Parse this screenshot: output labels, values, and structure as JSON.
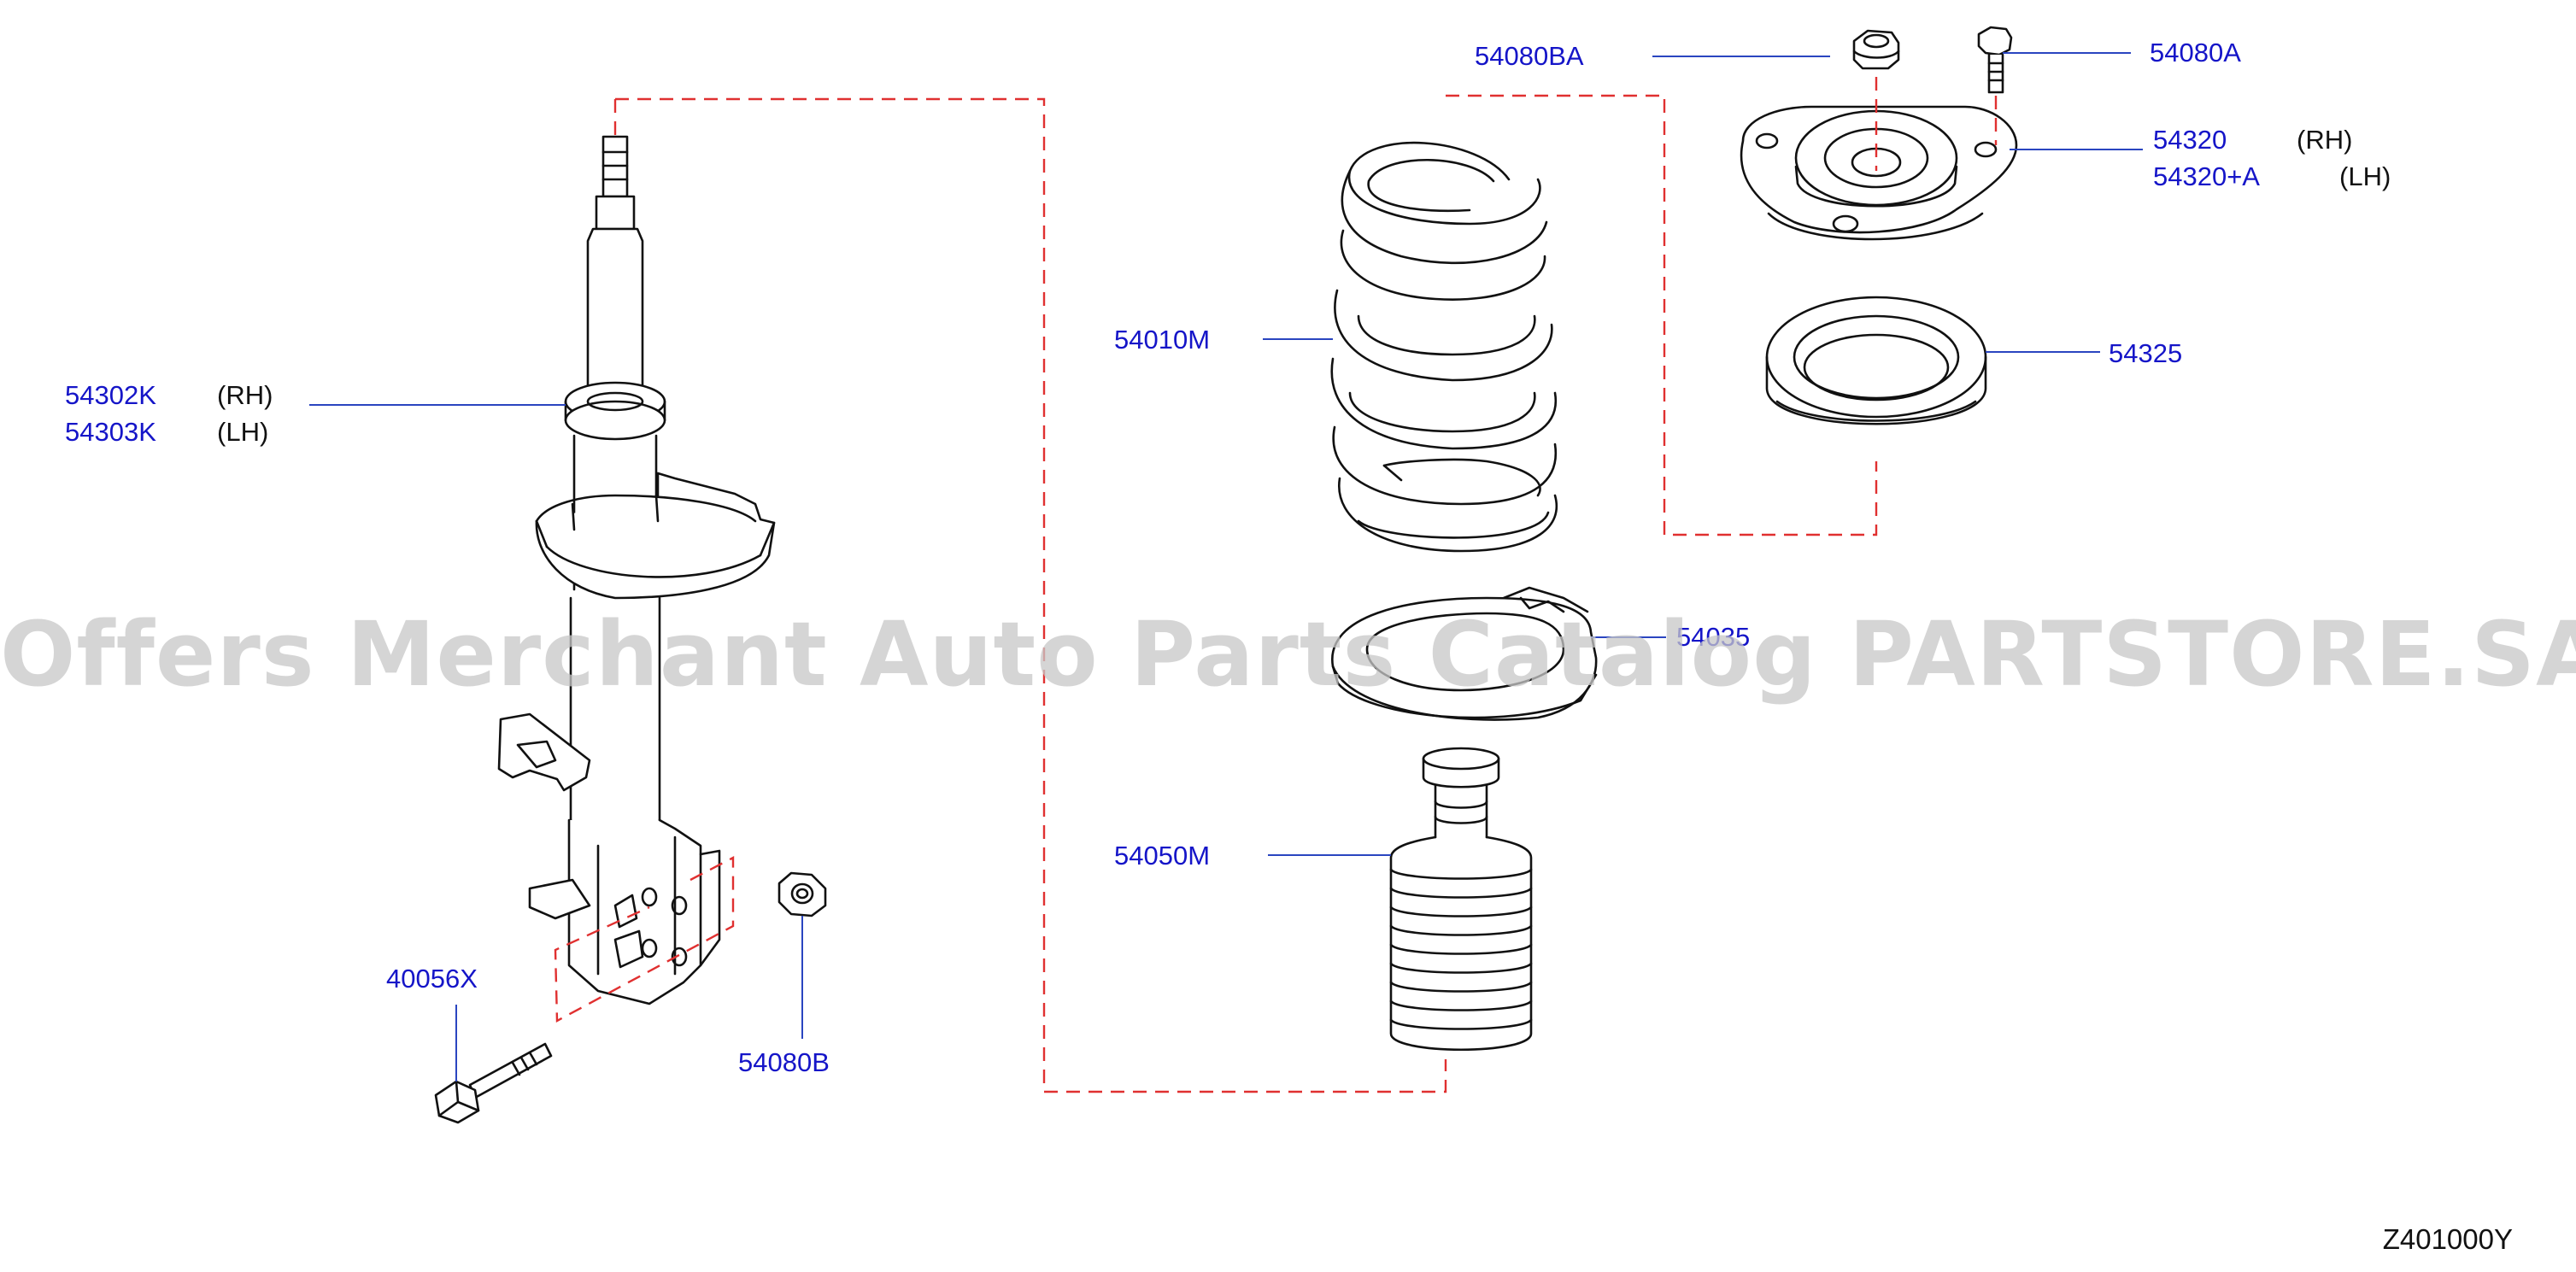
{
  "watermark": "Offers Merchant Auto Parts Catalog PARTSTORE.SA",
  "diagram_code": "Z401000Y",
  "colors": {
    "label": "#1515c8",
    "leader": "#2a45c0",
    "dashed": "#e03030",
    "ink": "#111111"
  },
  "parts": {
    "p54080BA": "54080BA",
    "p54080A": "54080A",
    "p54320": "54320",
    "p54320A": "54320+A",
    "p54010M": "54010M",
    "p54325": "54325",
    "p54302K": "54302K",
    "p54303K": "54303K",
    "p54035": "54035",
    "p54050M": "54050M",
    "p40056X": "40056X",
    "p54080B": "54080B"
  },
  "side": {
    "rh": "(RH)",
    "lh": "(LH)"
  }
}
